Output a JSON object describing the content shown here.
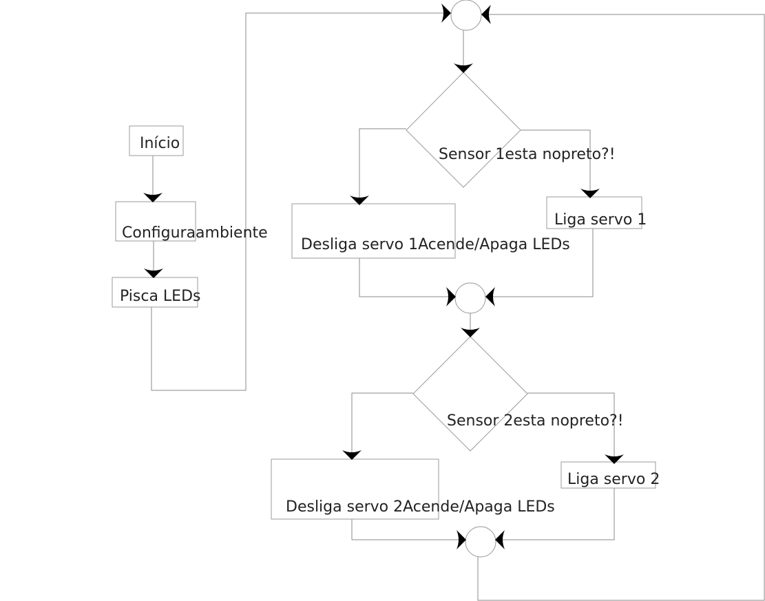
{
  "diagram": {
    "nodes": {
      "inicio": "Início",
      "configura": "Configuraambiente",
      "pisca": "Pisca LEDs",
      "sensor1": "Sensor 1esta nopreto?!",
      "desliga1": "Desliga servo 1Acende/Apaga LEDs",
      "liga1": "Liga servo 1",
      "sensor2": "Sensor 2esta nopreto?!",
      "desliga2": "Desliga servo 2Acende/Apaga LEDs",
      "liga2": "Liga servo 2"
    },
    "colors": {
      "stroke": "#9a9a9a",
      "arrow": "#000000",
      "text": "#222222"
    }
  }
}
